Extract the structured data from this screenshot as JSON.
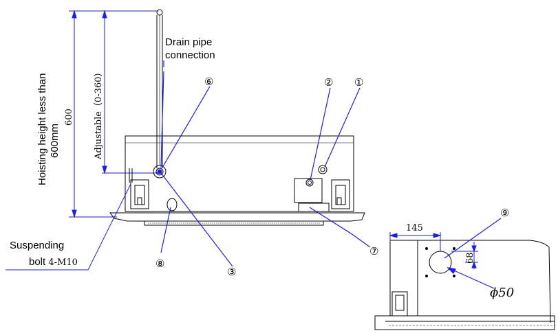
{
  "labels": {
    "drain_pipe_line1": "Drain pipe",
    "drain_pipe_line2": "connection",
    "hoisting_line1": "Hoisting height less than",
    "hoisting_line2": "600mm",
    "adjustable": "Adjustable（0-360）",
    "dim_600": "600",
    "suspending_line1": "Suspending",
    "suspending_line2_prefix": "bolt ",
    "suspending_line2_spec": "4-M10",
    "dim_145": "145",
    "dim_68": "68",
    "dim_phi50": "ϕ50"
  },
  "callouts": {
    "c1": "①",
    "c2": "②",
    "c3": "③",
    "c6": "⑥",
    "c7": "⑦",
    "c8": "⑧",
    "c9": "⑨"
  },
  "colors": {
    "callout_blue": "#1a1aff",
    "line": "#000000",
    "callout_ring": "#3a3aaa"
  }
}
